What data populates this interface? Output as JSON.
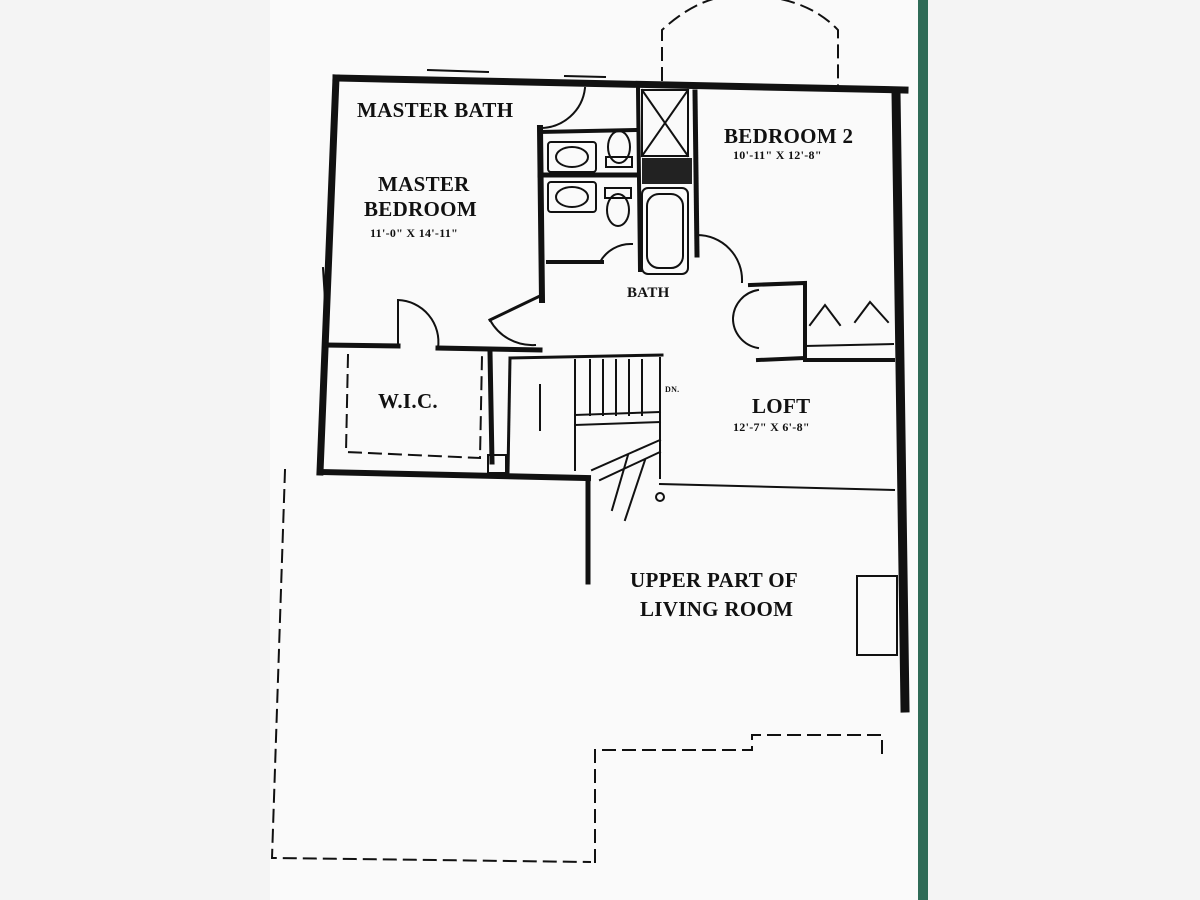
{
  "rooms": {
    "master_bath": {
      "name": "MASTER BATH"
    },
    "master_bedroom": {
      "name_line1": "MASTER",
      "name_line2": "BEDROOM",
      "dimensions": "11'-0\" X 14'-11\""
    },
    "bedroom2": {
      "name": "BEDROOM 2",
      "dimensions": "10'-11\" X 12'-8\""
    },
    "bath": {
      "name": "BATH"
    },
    "wic": {
      "name": "W.I.C."
    },
    "loft": {
      "name": "LOFT",
      "dimensions": "12'-7\" X 6'-8\""
    },
    "living_room": {
      "name_line1": "UPPER PART OF",
      "name_line2": "LIVING ROOM"
    }
  },
  "stair_note": "DN.",
  "colors": {
    "wall": "#111111",
    "paper": "#fafafa",
    "background": "#f4f4f4",
    "binder_edge": "#2f6b57"
  }
}
